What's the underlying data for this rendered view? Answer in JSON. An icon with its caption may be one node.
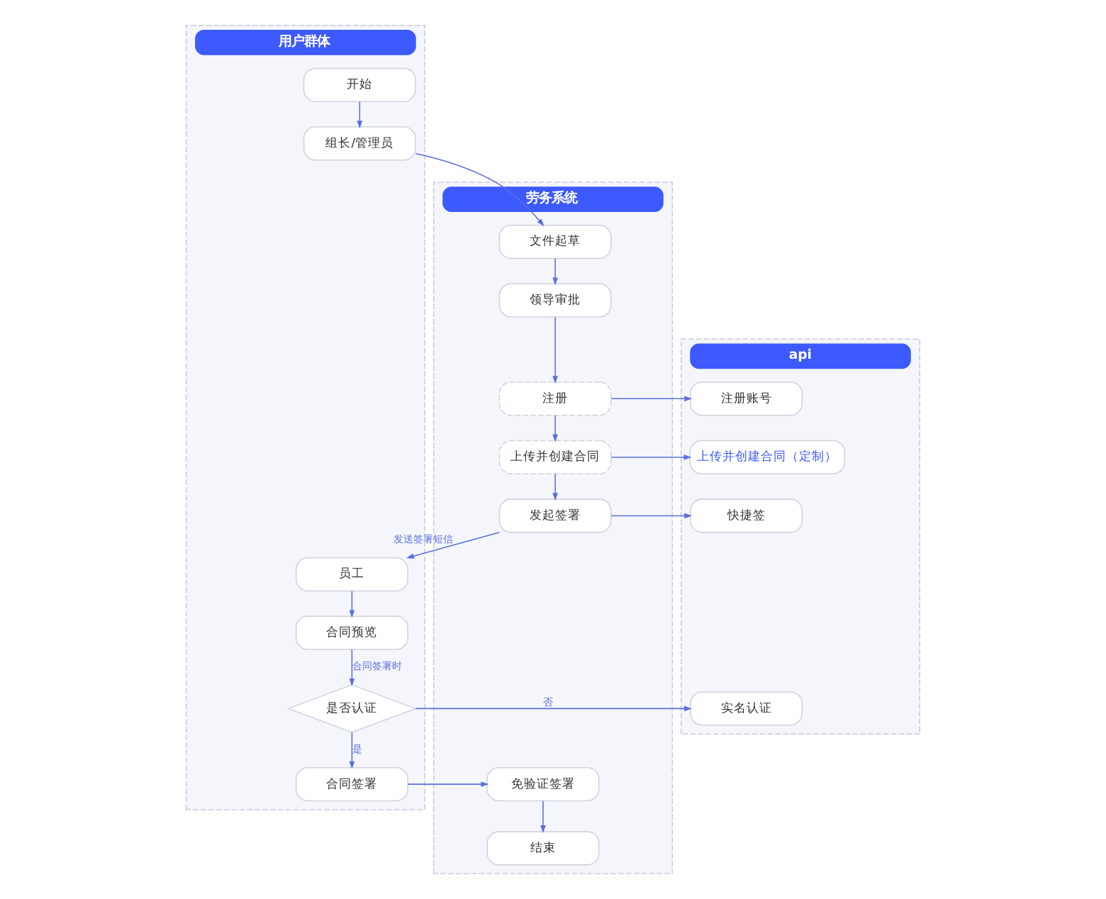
{
  "diagram": {
    "nodes": [
      {
        "text": [
          "用户群体"
        ]
      },
      {
        "text": [
          "劳务系统"
        ]
      },
      {
        "text": [
          "api"
        ]
      },
      {
        "text": [
          "开始"
        ],
        "in": 0
      },
      {
        "text": [
          "组长/管理员"
        ],
        "in": 0
      },
      {
        "text": [
          "文件起草"
        ],
        "in": 1
      },
      {
        "text": [
          "领导审批"
        ],
        "in": 1
      },
      {
        "text": [
          "注册"
        ],
        "in": 1
      },
      {
        "text": [
          "注册账号"
        ],
        "in": 2
      },
      {
        "text": [
          "上传并创建合同"
        ],
        "in": 1
      },
      {
        "text": [
          "上传并创建合同（定制）"
        ],
        "in": 2
      },
      {
        "text": [
          "发起签署"
        ],
        "in": 1
      },
      {
        "text": [
          "快捷签"
        ],
        "in": 2
      },
      {
        "text": [
          "员工"
        ],
        "in": 0
      },
      {
        "text": [
          "合同预览"
        ],
        "in": 0
      },
      {
        "text": [
          "是否认证"
        ],
        "in": 0
      },
      {
        "text": [
          "实名认证"
        ],
        "in": 2
      },
      {
        "text": [
          "合同签署"
        ],
        "in": 0
      },
      {
        "text": [
          "免验证签署"
        ],
        "in": 1
      },
      {
        "text": [
          "结束"
        ],
        "in": 1
      }
    ],
    "edges": [
      {
        "from": 3,
        "to": 4,
        "arrow": "to"
      },
      {
        "from": 4,
        "to": 5,
        "arrow": "to"
      },
      {
        "from": 5,
        "to": 6,
        "arrow": "to"
      },
      {
        "from": 6,
        "to": 7,
        "arrow": "to"
      },
      {
        "from": 7,
        "to": 8,
        "arrow": "to"
      },
      {
        "from": 7,
        "to": 9,
        "arrow": "to"
      },
      {
        "from": 9,
        "to": 10,
        "arrow": "to"
      },
      {
        "from": 9,
        "to": 11,
        "arrow": "to"
      },
      {
        "from": 11,
        "to": 12,
        "arrow": "to"
      },
      {
        "from": 11,
        "to": 13,
        "arrow": "to",
        "label": "发送签署短信"
      },
      {
        "from": 13,
        "to": 14,
        "arrow": "to"
      },
      {
        "from": 14,
        "to": 15,
        "arrow": "to",
        "label": "合同签署时"
      },
      {
        "from": 15,
        "to": 16,
        "arrow": "to",
        "label": "否"
      },
      {
        "from": 15,
        "to": 17,
        "arrow": "to",
        "label": "是"
      },
      {
        "from": 17,
        "to": 18,
        "arrow": "to"
      },
      {
        "from": 18,
        "to": 19,
        "arrow": "to"
      }
    ]
  }
}
